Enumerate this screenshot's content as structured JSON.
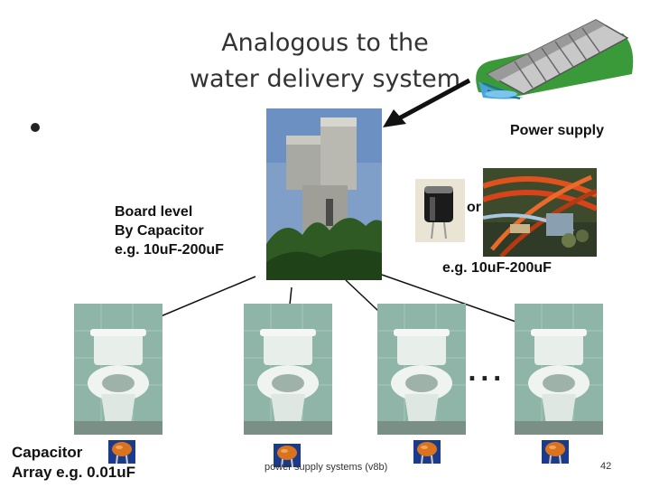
{
  "slide": {
    "title_line1": "Analogous to the",
    "title_line2": "water delivery system",
    "power_supply_label": "Power supply",
    "board_level": [
      "Board level",
      "By Capacitor",
      "e.g. 10uF-200uF"
    ],
    "or_text": "or",
    "right_example": "e.g. 10uF-200uF",
    "capacitor_array": [
      "Capacitor",
      "Array e.g. 0.01uF"
    ],
    "footer_text": "power supply systems (v8b)",
    "page_number": "42",
    "ellipsis": "..."
  },
  "colors": {
    "arrow": "#111111",
    "tile_wall": "#8fb5a8",
    "toilet": "#e8eeea",
    "capacitor": "#d9731d"
  },
  "icons": [
    "dam-clipart-icon",
    "water-tower-photo",
    "electrolytic-capacitor-photo",
    "motherboard-cables-photo",
    "toilet-photo",
    "ceramic-capacitor-icon"
  ]
}
